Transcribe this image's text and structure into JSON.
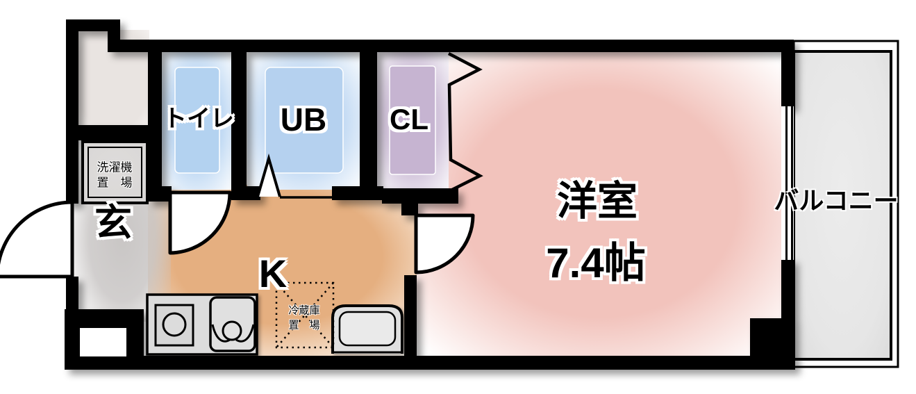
{
  "labels": {
    "toilet": "トイレ",
    "unit_bath": "UB",
    "closet": "CL",
    "western_room": "洋室",
    "western_room_size": "7.4帖",
    "kitchen": "K",
    "entrance": "玄",
    "balcony": "バルコニー",
    "washer_space_line1": "洗濯機",
    "washer_space_line2": "置　場",
    "fridge_space_line1": "冷蔵庫",
    "fridge_space_line2": "置　場"
  },
  "colors": {
    "wall": "#000000",
    "toilet_fill": "#c3dbf4",
    "toilet_inner": "#b3d2f0",
    "unit_bath_fill": "#c6dcf4",
    "unit_bath_inner": "#b5d1ef",
    "closet_fill": "#d2c4db",
    "closet_inner": "#c6b4d1",
    "western_room_fill": "#f2c3bc",
    "kitchen_fill": "#e5af80",
    "entrance_fill": "#c9c6c5",
    "storage_fill": "#e9e4e1",
    "washer_fill": "#d8d6d5",
    "balcony_fill": "#e6e6e6",
    "appliance_fill": "#dcdcdc"
  }
}
